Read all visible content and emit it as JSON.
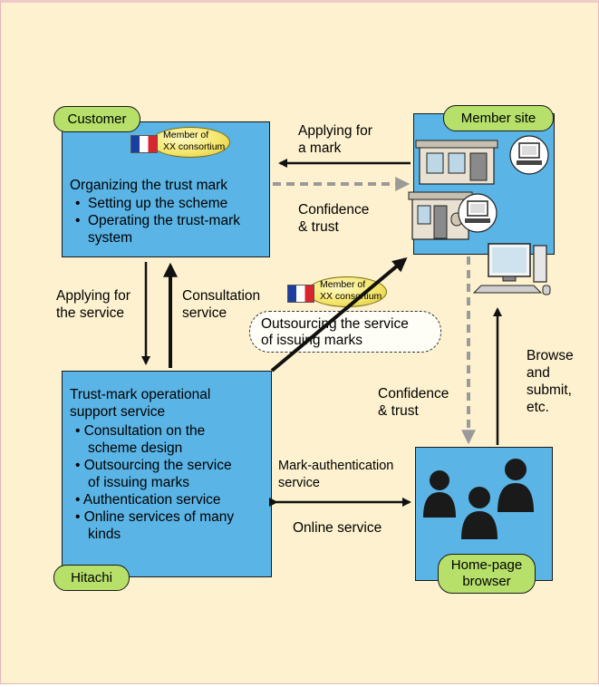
{
  "customer": {
    "tag": "Customer",
    "badge": [
      "Member of",
      "XX consortium"
    ],
    "title": "Organizing the trust mark",
    "items": [
      "Setting up the scheme",
      "Operating the trust-mark",
      "system"
    ]
  },
  "member_site": {
    "tag": "Member site"
  },
  "hitachi": {
    "tag": "Hitachi",
    "title": [
      "Trust-mark operational",
      "support service"
    ],
    "items": [
      [
        "Consultation on the",
        "scheme design"
      ],
      [
        "Outsourcing the service",
        "of issuing marks"
      ],
      [
        "Authentication service"
      ],
      [
        "Online services of many",
        "kinds"
      ]
    ]
  },
  "browser": {
    "tag": [
      "Home-page",
      "browser"
    ]
  },
  "labels": {
    "applying_mark": [
      "Applying for",
      "a mark"
    ],
    "confidence_top": [
      "Confidence",
      "& trust"
    ],
    "applying_service": [
      "Applying for",
      "the service"
    ],
    "consultation": [
      "Consultation",
      "service"
    ],
    "outsourcing": [
      "Outsourcing the service",
      "of issuing marks"
    ],
    "badge2": [
      "Member of",
      "XX consortium"
    ],
    "confidence_bottom": [
      "Confidence",
      "& trust"
    ],
    "browse": [
      "Browse",
      "and",
      "submit,",
      "etc."
    ],
    "mark_auth": [
      "Mark-authentication",
      "service"
    ],
    "online": "Online service"
  },
  "colors": {
    "box": "#5ab4e5",
    "tag": "#b6e06a",
    "background": "#fdf1cf",
    "dashed_arrow": "#9a9a9a"
  }
}
